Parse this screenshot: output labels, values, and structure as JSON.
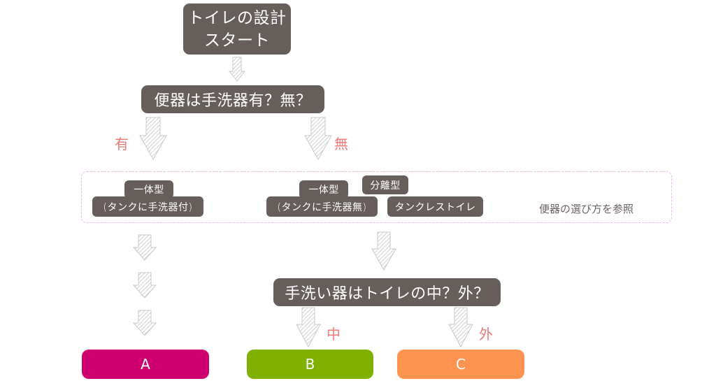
{
  "start": {
    "line1": "トイレの設計",
    "line2": "スタート"
  },
  "question1": {
    "text": "便器は手洗器有？無？",
    "yes_label": "有",
    "no_label": "無"
  },
  "toilet_types": {
    "integrated_with_sink": {
      "line1": "一体型",
      "line2": "(タンクに手洗器付)"
    },
    "integrated_without_sink": {
      "line1": "一体型",
      "line2": "(タンクに手洗器無)"
    },
    "separate": "分離型",
    "tankless": "タンクレストイレ",
    "reference": "便器の選び方を参照"
  },
  "question2": {
    "text": "手洗い器はトイレの中？外？",
    "inside_label": "中",
    "outside_label": "外"
  },
  "results": [
    {
      "label": "A",
      "color": "#cc006e"
    },
    {
      "label": "B",
      "color": "#80b000"
    },
    {
      "label": "C",
      "color": "#ff9450"
    }
  ],
  "colors": {
    "node": "#665e5b",
    "branch_label": "#f07878",
    "dashed_border": "#e9b8ee",
    "arrow": "#c8c8c8"
  }
}
